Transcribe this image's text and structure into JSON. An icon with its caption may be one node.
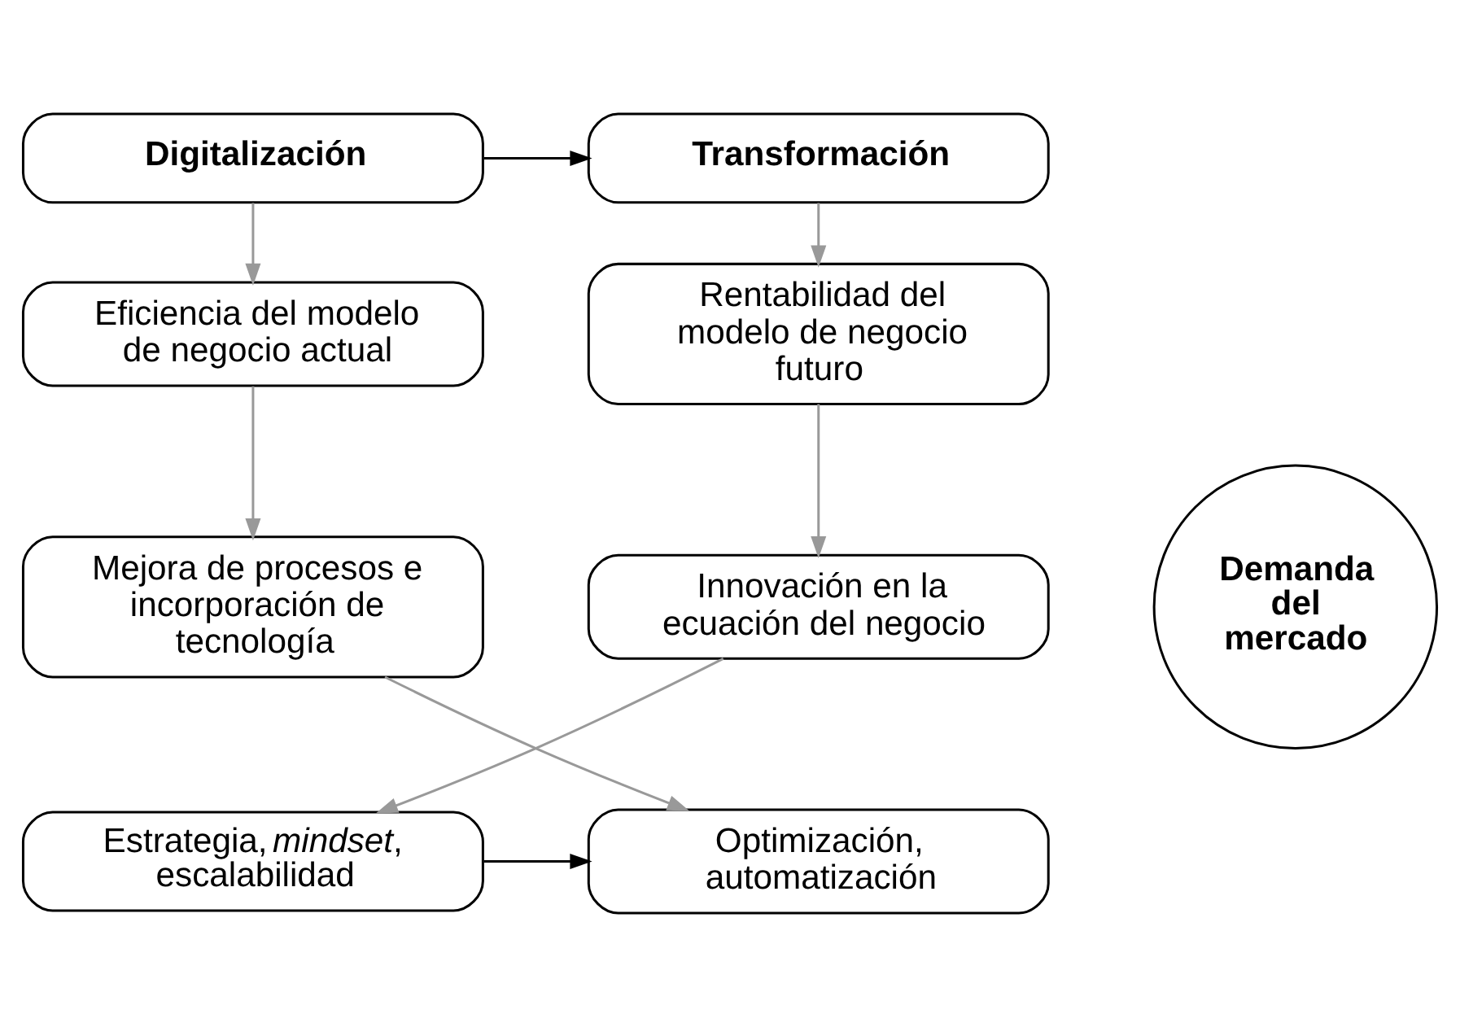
{
  "diagram": {
    "nodes": [
      {
        "text": [
          "Digitalización"
        ]
      },
      {
        "text": [
          "Eficiencia del modelo de negocio actual"
        ]
      },
      {
        "text": [
          "Mejora de procesos e incorporación de tecnología"
        ]
      },
      {
        "text": [
          "Optimización, automatización"
        ]
      },
      {
        "text": [
          "Demanda del mercado"
        ]
      },
      {
        "text": [
          "Transformación"
        ]
      },
      {
        "text": [
          "Rentabilidad del modelo de negocio futuro"
        ]
      },
      {
        "text": [
          "Innovación en la ecuación del negocio"
        ]
      },
      {
        "text": [
          "Estrategia, *mindset*, escalabilidad"
        ]
      }
    ],
    "edges": [
      {
        "from": 0,
        "to": 5,
        "arrow": "to",
        "color": "#000000"
      },
      {
        "from": 0,
        "to": 1,
        "arrow": "to"
      },
      {
        "from": 1,
        "to": 2,
        "arrow": "to"
      },
      {
        "from": 2,
        "to": 3,
        "arrow": "to"
      },
      {
        "from": 5,
        "to": 6,
        "arrow": "to"
      },
      {
        "from": 6,
        "to": 7,
        "arrow": "to"
      },
      {
        "from": 7,
        "to": 8,
        "arrow": "to"
      },
      {
        "from": 8,
        "to": 3,
        "arrow": "to",
        "color": "#000000"
      }
    ]
  }
}
